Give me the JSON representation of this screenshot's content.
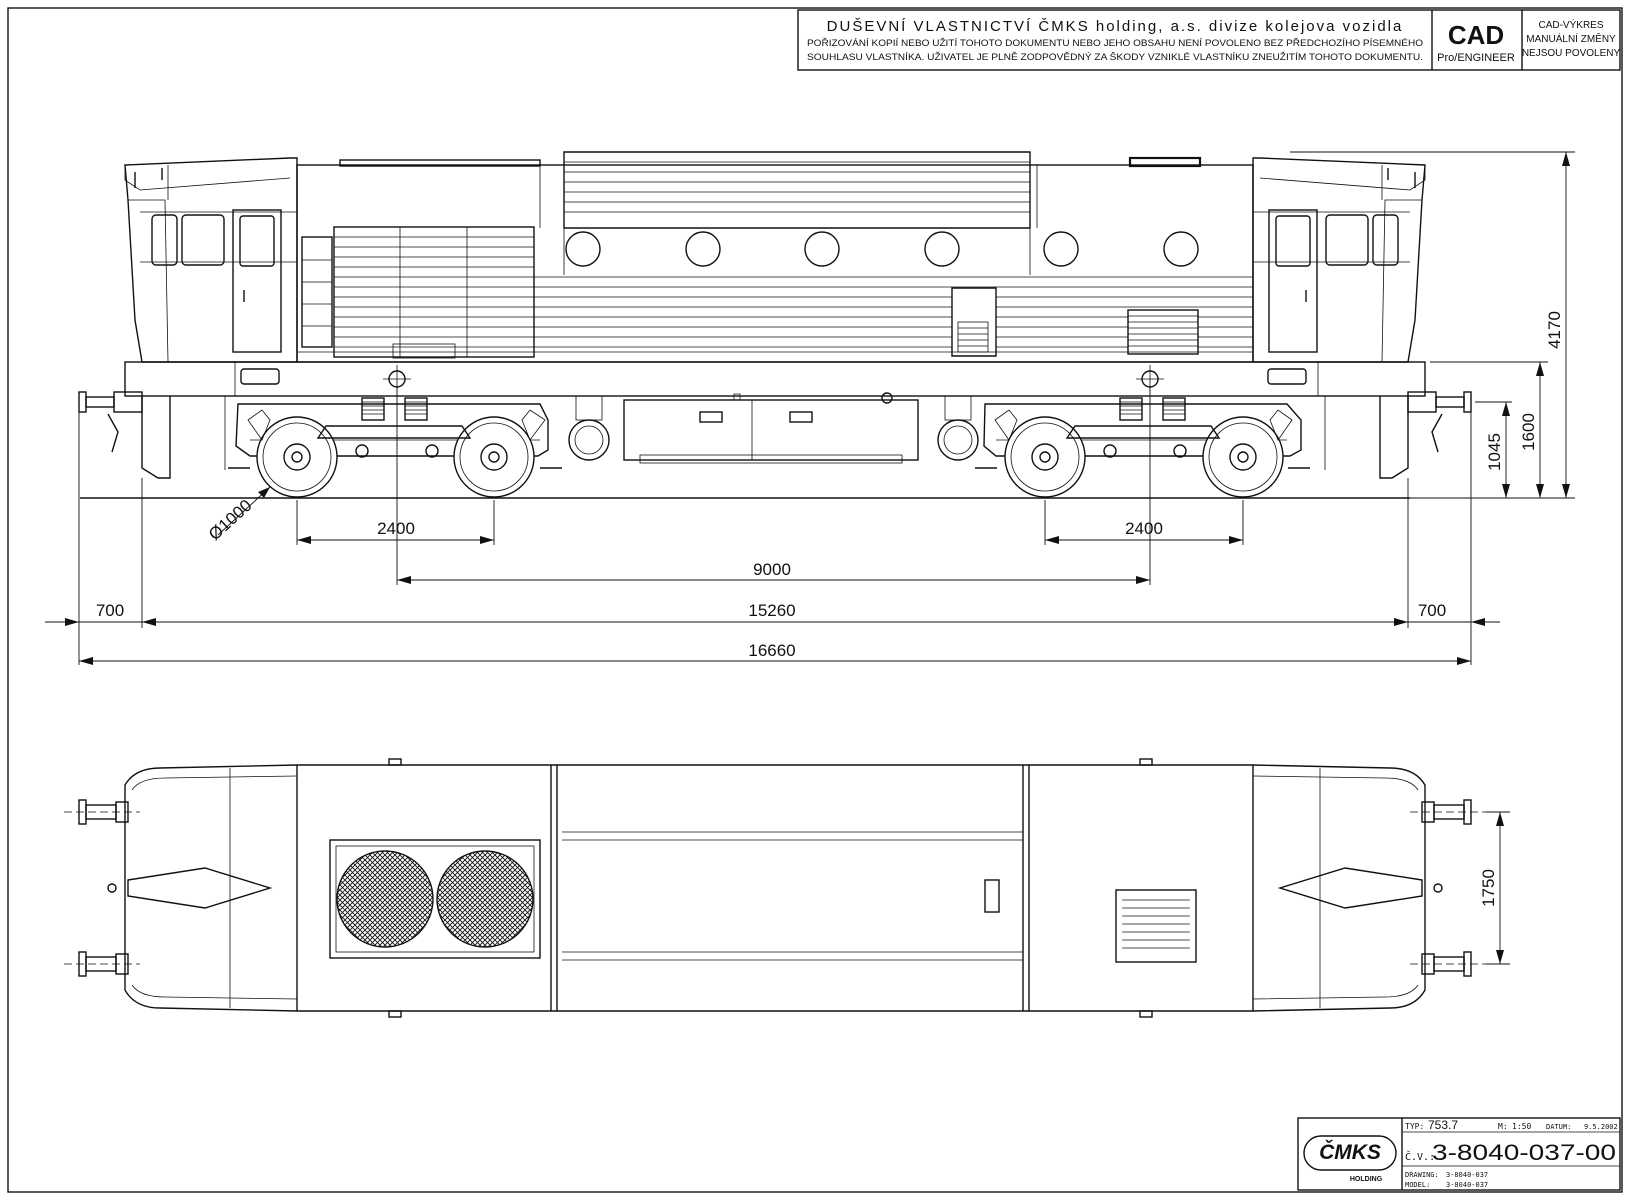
{
  "title_block_top": {
    "line1": "DUŠEVNÍ VLASTNICTVÍ ČMKS holding, a.s. divize kolejova vozidla",
    "line2": "POŘIZOVÁNÍ KOPIÍ NEBO UŽITÍ TOHOTO DOKUMENTU NEBO JEHO OBSAHU NENÍ POVOLENO BEZ PŘEDCHOZÍHO PÍSEMNÉHO",
    "line3": "SOUHLASU VLASTNÍKA. UŽIVATEL JE PLNĚ ZODPOVĚDNÝ ZA ŠKODY VZNIKLÉ VLASTNÍKU ZNEUŽITÍM TOHOTO DOKUMENTU.",
    "cad": "CAD",
    "cad_sub": "Pro/ENGINEER",
    "cad_note1": "CAD-VÝKRES",
    "cad_note2": "MANUÁLNÍ ZMĚNY",
    "cad_note3": "NEJSOU POVOLENY"
  },
  "dimensions": {
    "wheel_diameter": "Ø1000",
    "bogie_wheelbase_left": "2400",
    "bogie_wheelbase_right": "2400",
    "bogie_centres": "9000",
    "buffer_left": "700",
    "body_length": "15260",
    "buffer_right": "700",
    "overall_length": "16660",
    "total_height": "4170",
    "frame_height": "1600",
    "buffer_height": "1045",
    "buffer_spacing": "1750"
  },
  "title_block_bottom": {
    "logo": "ČMKS",
    "logo_sub": "HOLDING",
    "typ_label": "TYP:",
    "typ_value": "753.7",
    "scale_label": "M:",
    "scale_value": "1:50",
    "date_label": "DATUM:",
    "date_value": "9.5.2002",
    "cv_label": "Č.V.:",
    "cv_value": "3-8040-037-00",
    "drawing_label": "DRAWING:",
    "drawing_value": "3-8040-037",
    "model_label": "MODEL:",
    "model_value": "3-8040-037"
  }
}
